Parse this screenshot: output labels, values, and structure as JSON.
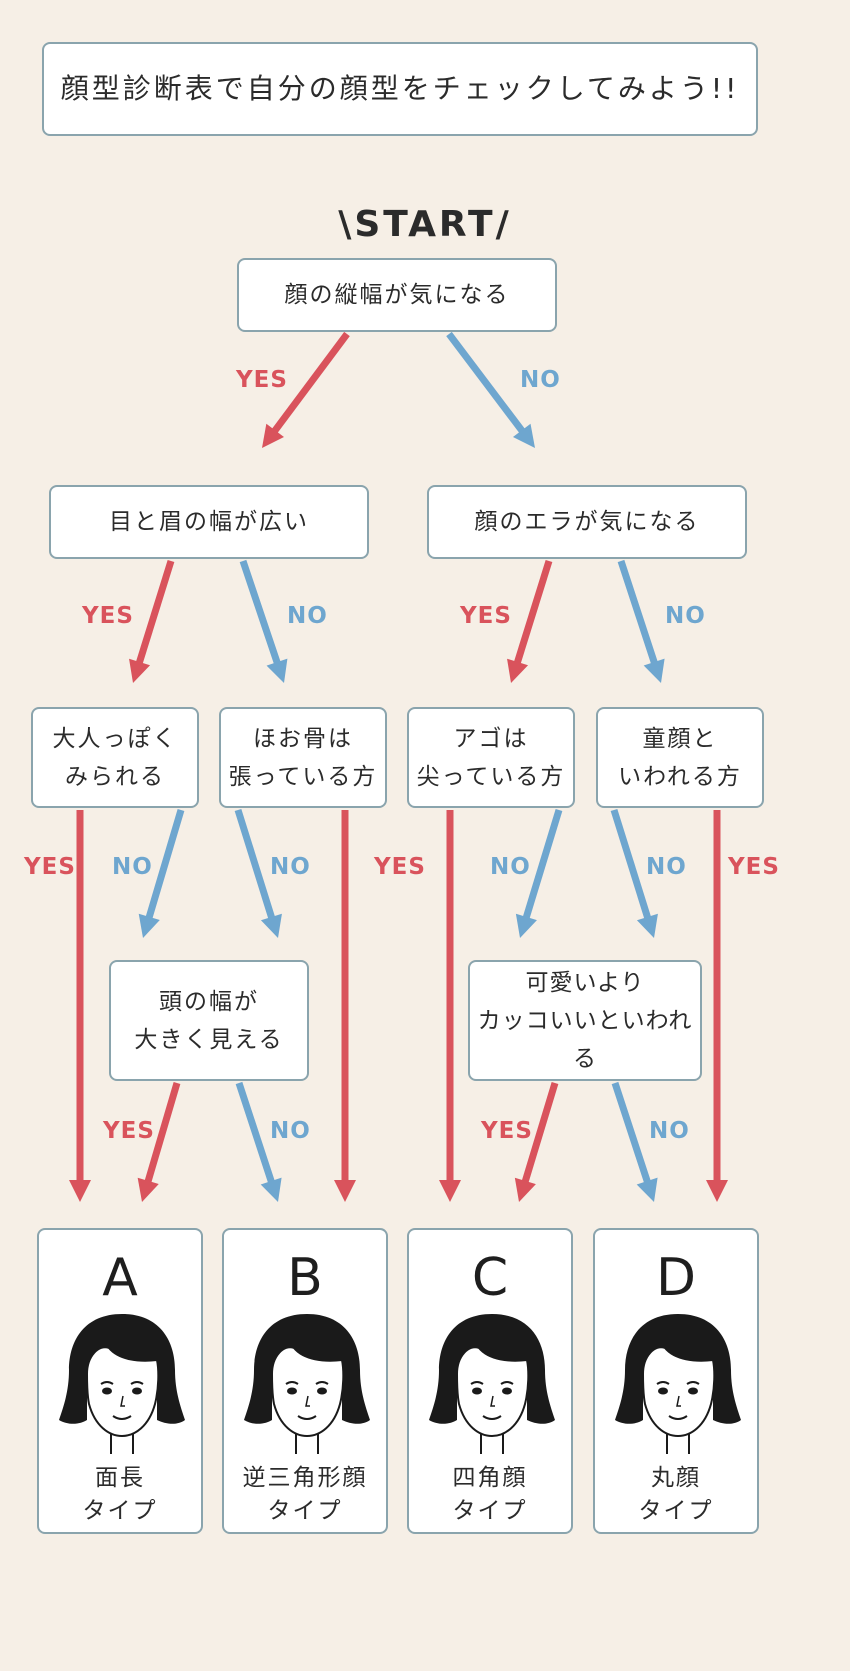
{
  "title": "顔型診断表で自分の顔型をチェックしてみよう!!",
  "start": "\\START/",
  "colors": {
    "yes": "#d9535c",
    "no": "#6ea6cf",
    "border": "#8aa4ad",
    "background": "#f6efe6"
  },
  "q1": "顔の縦幅が気になる",
  "q2": "目と眉の幅が広い",
  "q3": "顔のエラが気になる",
  "q4": [
    "大人っぽく",
    "みられる"
  ],
  "q5": [
    "ほお骨は",
    "張っている方"
  ],
  "q6": [
    "アゴは",
    "尖っている方"
  ],
  "q7": [
    "童顔と",
    "いわれる方"
  ],
  "q8": [
    "頭の幅が",
    "大きく見える"
  ],
  "q9": [
    "可愛いより",
    "カッコいいといわれる"
  ],
  "yes_label": "YES",
  "no_label": "NO",
  "results": [
    {
      "letter": "A",
      "line1": "面長",
      "line2": "タイプ"
    },
    {
      "letter": "B",
      "line1": "逆三角形顔",
      "line2": "タイプ"
    },
    {
      "letter": "C",
      "line1": "四角顔",
      "line2": "タイプ"
    },
    {
      "letter": "D",
      "line1": "丸顔",
      "line2": "タイプ"
    }
  ]
}
